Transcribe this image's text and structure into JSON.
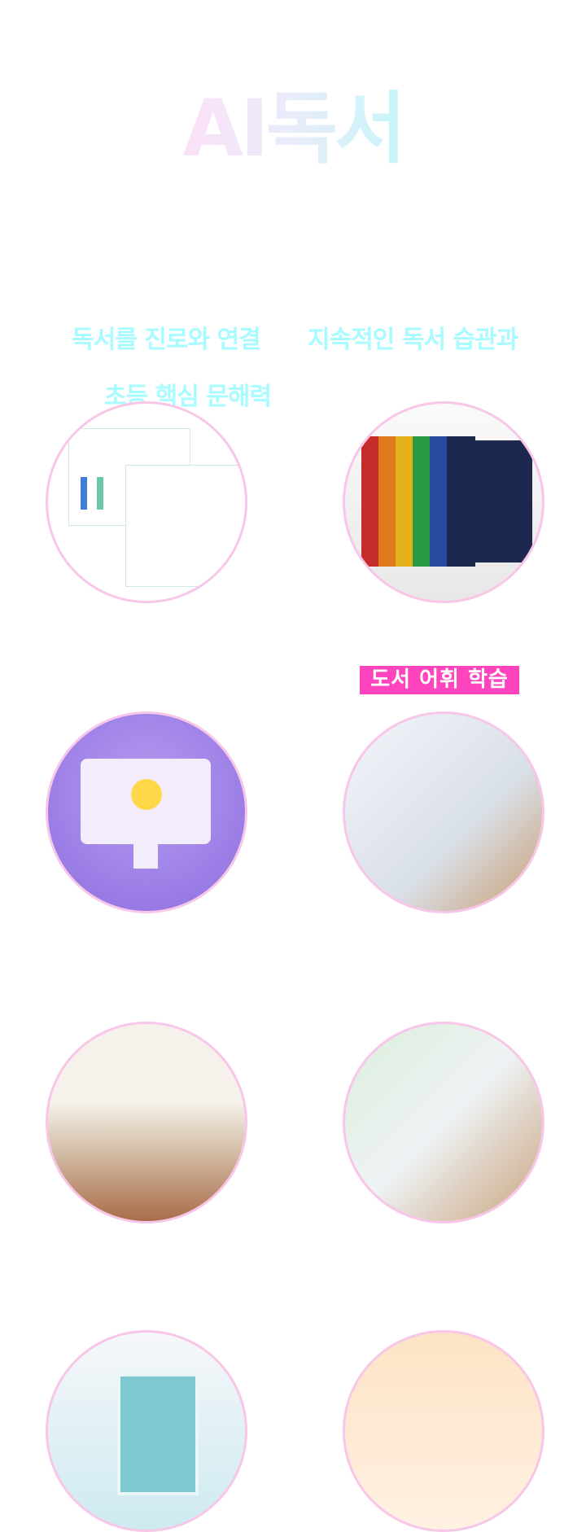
{
  "header": {
    "title": "AI독서"
  },
  "subtitles": [
    "독서를 진로와 연결",
    "지속적인 독서 습관과",
    "초등 핵심 문해력"
  ],
  "tag": "도서 어휘 학습"
}
